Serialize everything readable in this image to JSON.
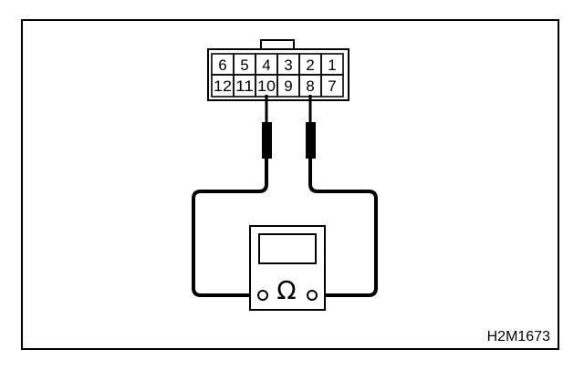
{
  "connector": {
    "top_row": [
      "6",
      "5",
      "4",
      "3",
      "2",
      "1"
    ],
    "bottom_row": [
      "12",
      "11",
      "10",
      "9",
      "8",
      "7"
    ]
  },
  "meter": {
    "symbol": "Ω"
  },
  "figure_code": "H2M1673"
}
